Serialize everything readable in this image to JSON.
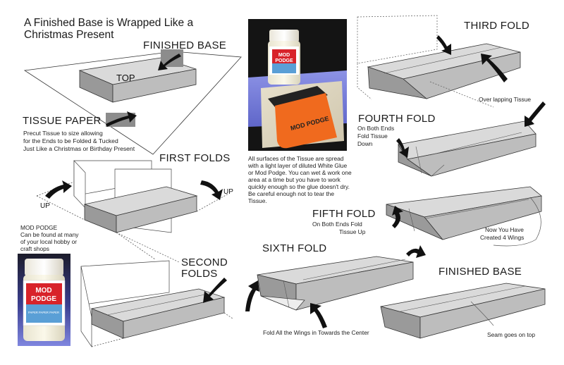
{
  "title_line1": "A Finished Base is Wrapped Like a",
  "title_line2": "Christmas Present",
  "finished_base_top_label": "FINISHED BASE",
  "top_label": "TOP",
  "tissue_paper": {
    "title": "TISSUE PAPER",
    "line1": "Precut Tissue to size allowing",
    "line2": "for the Ends to be Folded & Tucked",
    "line3": "Just Like a Christmas or Birthday Present"
  },
  "first_folds": {
    "title": "FIRST FOLDS",
    "up_left": "UP",
    "up_right": "UP"
  },
  "mod_podge_note": {
    "line1": "MOD PODGE",
    "line2": "Can be found at many",
    "line3": "of your local hobby or",
    "line4": "craft shops"
  },
  "second_folds": {
    "line1": "SECOND",
    "line2": "FOLDS"
  },
  "glue_note": {
    "line1": "All surfaces of the Tissue are spread",
    "line2": "with a light layer of diluted White Glue",
    "line3": "or Mod Podge. You can wet & work one",
    "line4": " area at a time but you have to work",
    "line5": "quickly enough so the glue doesn't dry.",
    "line6": "Be careful enough not to tear the",
    "line7": "Tissue."
  },
  "third_fold": {
    "title": "THIRD FOLD",
    "note": "Over lapping Tissue"
  },
  "fourth_fold": {
    "title": "FOURTH FOLD",
    "line1": "On Both Ends",
    "line2": "Fold Tissue",
    "line3": "Down"
  },
  "fifth_fold": {
    "title": "FIFTH FOLD",
    "line1": "On Both Ends Fold",
    "line2": "Tissue Up"
  },
  "wings_note": {
    "line1": "Now You Have",
    "line2": "Created 4 Wings"
  },
  "sixth_fold": {
    "title": "SIXTH FOLD",
    "note": "Fold All the Wings in Towards the Center"
  },
  "finished_base_bottom": {
    "title": "FINISHED BASE",
    "note": "Seam goes on top"
  },
  "jar_label": {
    "brand_top": "MOD",
    "brand_bottom": "PODGE",
    "sub": "PAPER PAPER PAPER",
    "scraper": "MOD PODGE"
  },
  "colors": {
    "box_top": "#d9d9d9",
    "box_side": "#b5b5b5",
    "box_end": "#8f8f8f",
    "jar_red": "#d8232a",
    "jar_blue": "#5a9fd6",
    "scraper_orange": "#f06a1e",
    "tray_blue": "#8a90e0",
    "photo_bg": "#141414",
    "arrow": "#111111"
  }
}
